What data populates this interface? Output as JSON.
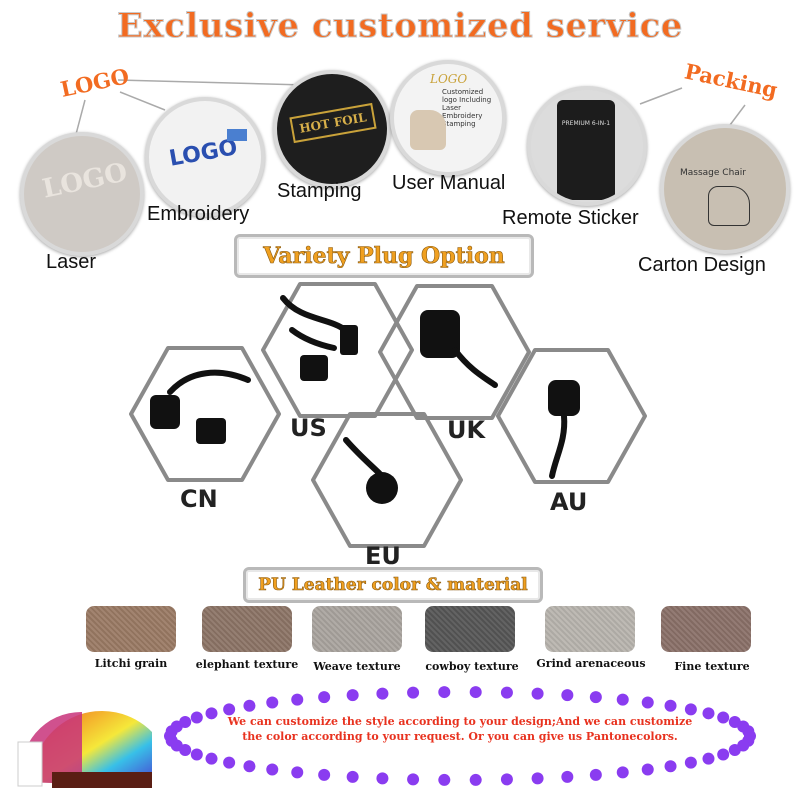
{
  "header": {
    "title": "Exclusive customized service"
  },
  "labels": {
    "logo": "LOGO",
    "packing": "Packing"
  },
  "services": [
    {
      "caption": "Laser",
      "inner": "LOGO"
    },
    {
      "caption": "Embroidery",
      "inner": "LOGO"
    },
    {
      "caption": "Stamping",
      "inner": "HOT FOIL"
    },
    {
      "caption": "User Manual",
      "inner": "Customized logo Including Laser Embroidery Stamping"
    },
    {
      "caption": "Remote Sticker",
      "inner": "PREMIUM 6-IN-1"
    },
    {
      "caption": "Carton Design",
      "inner": "Massage Chair"
    }
  ],
  "plugs": {
    "banner": "Variety Plug Option",
    "items": [
      {
        "name": "US"
      },
      {
        "name": "UK"
      },
      {
        "name": "CN"
      },
      {
        "name": "AU"
      },
      {
        "name": "EU"
      }
    ]
  },
  "materials": {
    "banner": "PU Leather color & material",
    "items": [
      {
        "name": "Litchi grain",
        "color": "#9a7a64"
      },
      {
        "name": "elephant texture",
        "color": "#8c7466"
      },
      {
        "name": "Weave texture",
        "color": "#a9a49e"
      },
      {
        "name": "cowboy texture",
        "color": "#565656"
      },
      {
        "name": "Grind arenaceous",
        "color": "#b8b4ae"
      },
      {
        "name": "Fine texture",
        "color": "#8a7068"
      }
    ]
  },
  "footer": {
    "line1": "We can customize the style according to your design;And we can customize",
    "line2": "the color according to your request. Or you can give us Pantonecolors.",
    "dot_color": "#8a3cf0"
  }
}
